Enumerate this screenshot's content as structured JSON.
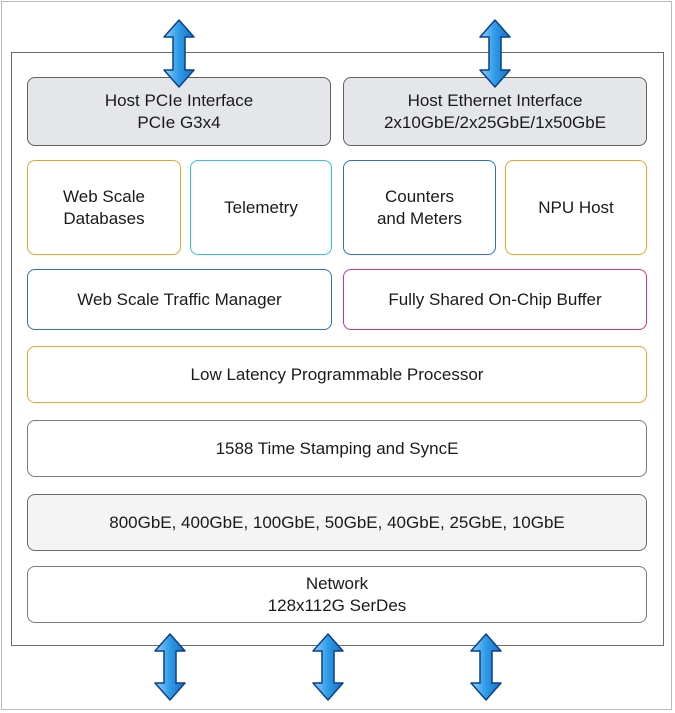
{
  "diagram": {
    "host_pcie": {
      "line1": "Host PCIe Interface",
      "line2": "PCIe G3x4"
    },
    "host_ethernet": {
      "line1": "Host Ethernet Interface",
      "line2": "2x10GbE/2x25GbE/1x50GbE"
    },
    "web_scale_databases": {
      "line1": "Web Scale",
      "line2": "Databases"
    },
    "telemetry": "Telemetry",
    "counters_meters": {
      "line1": "Counters",
      "line2": "and Meters"
    },
    "npu_host": "NPU Host",
    "traffic_manager": "Web Scale Traffic Manager",
    "on_chip_buffer": "Fully Shared On-Chip Buffer",
    "processor": "Low Latency Programmable Processor",
    "time_stamping": "1588 Time Stamping and SyncE",
    "ethernet_speeds": "800GbE, 400GbE, 100GbE, 50GbE, 40GbE, 25GbE, 10GbE",
    "network": {
      "line1": "Network",
      "line2": "128x112G SerDes"
    }
  },
  "colors": {
    "host_fill": "#e4e6ea",
    "orange": "#f0a128",
    "cyan": "#2ec3e6",
    "blue": "#2b6fd0",
    "magenta": "#d6338c",
    "arrow_fill": "#2e9be6",
    "arrow_stroke": "#0b3f8a"
  },
  "icons": {
    "arrows": "double-headed-vertical-arrow-icon"
  }
}
